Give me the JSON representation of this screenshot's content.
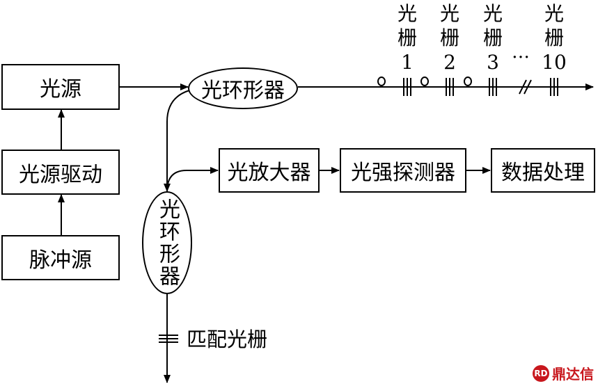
{
  "blocks": {
    "light_source": "光源",
    "light_source_driver": "光源驱动",
    "pulse_source": "脉冲源",
    "circulator_top": "光环形器",
    "circulator_bottom": "光环形器",
    "optical_amplifier": "光放大器",
    "light_detector": "光强探测器",
    "data_processing": "数据处理",
    "matching_grating": "匹配光栅"
  },
  "gratings": [
    {
      "label": "光栅",
      "number": "1"
    },
    {
      "label": "光栅",
      "number": "2"
    },
    {
      "label": "光栅",
      "number": "3"
    },
    {
      "label": "光栅",
      "number": "10"
    }
  ],
  "ellipsis": "…",
  "watermark": "鼎达信",
  "colors": {
    "line": "#000000",
    "watermark": "#c8171d"
  }
}
